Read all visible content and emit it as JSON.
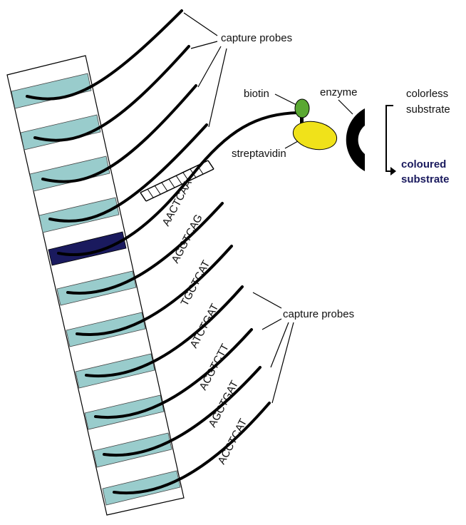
{
  "labels": {
    "capture_probes_top": "capture probes",
    "capture_probes_bottom": "capture probes",
    "biotin": "biotin",
    "enzyme": "enzyme",
    "streptavidin": "streptavidin",
    "colorless_line1": "colorless",
    "colorless_line2": "substrate",
    "coloured_line1": "coloured",
    "coloured_line2": "substrate"
  },
  "sequences": [
    "AACTCAA",
    "AGGTCAG",
    "TGCTCAT",
    "ATCTGAT",
    "ACGTCTT",
    "AGCTGAT",
    "ACCTCAT"
  ],
  "colors": {
    "spot": "#99cccc",
    "hybridized_spot": "#1a1a5e",
    "biotin": "#5aa832",
    "streptavidin": "#f0e21a",
    "coloured_text": "#1a1a5e",
    "probe": "#000000"
  },
  "icons": {
    "enzyme": "c-shape-enzyme-icon",
    "biotin": "oval-biotin-icon",
    "streptavidin": "ellipse-streptavidin-icon"
  }
}
